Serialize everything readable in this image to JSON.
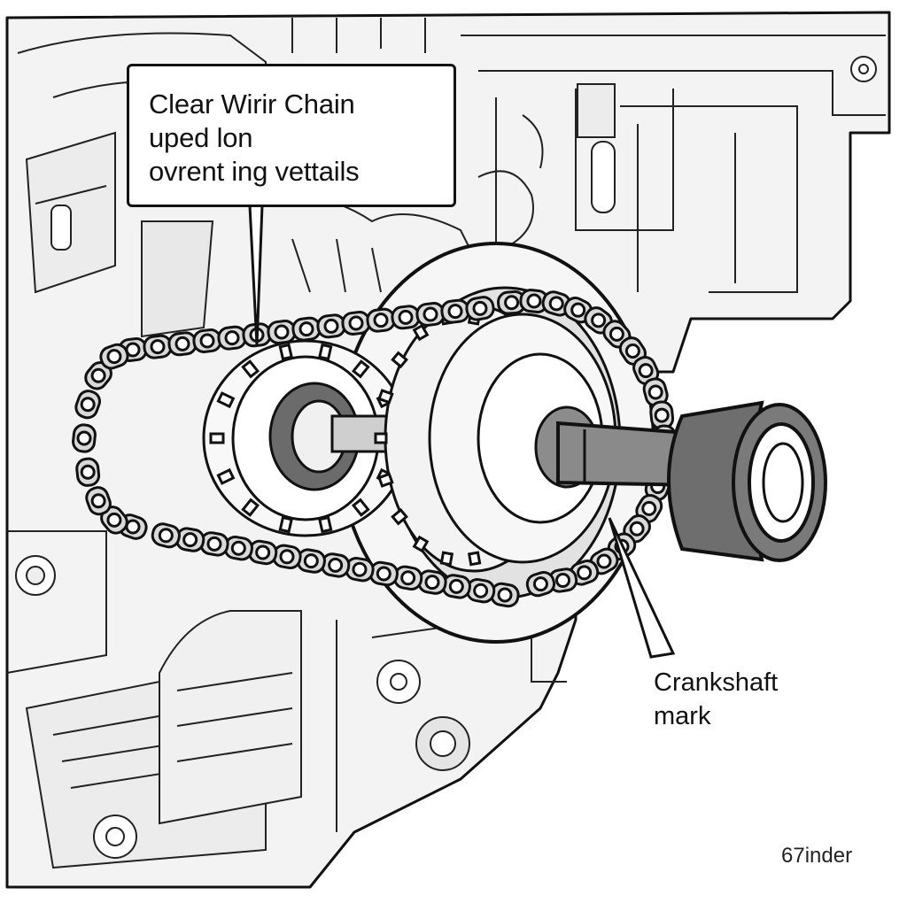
{
  "callout": {
    "lines": [
      "Clear Wirir Chain",
      "uped lon",
      "ovrent ing vettails"
    ]
  },
  "crankshaft_label": {
    "line1": "Crankshaft",
    "line2": "mark"
  },
  "corner_code": "67inder",
  "colors": {
    "line": "#111111",
    "engine_fill": "#f2f2f2",
    "engine_shade": "#d9d9d9",
    "metal_grey": "#8c8c8c",
    "dark_grey": "#555555",
    "background": "#ffffff"
  }
}
